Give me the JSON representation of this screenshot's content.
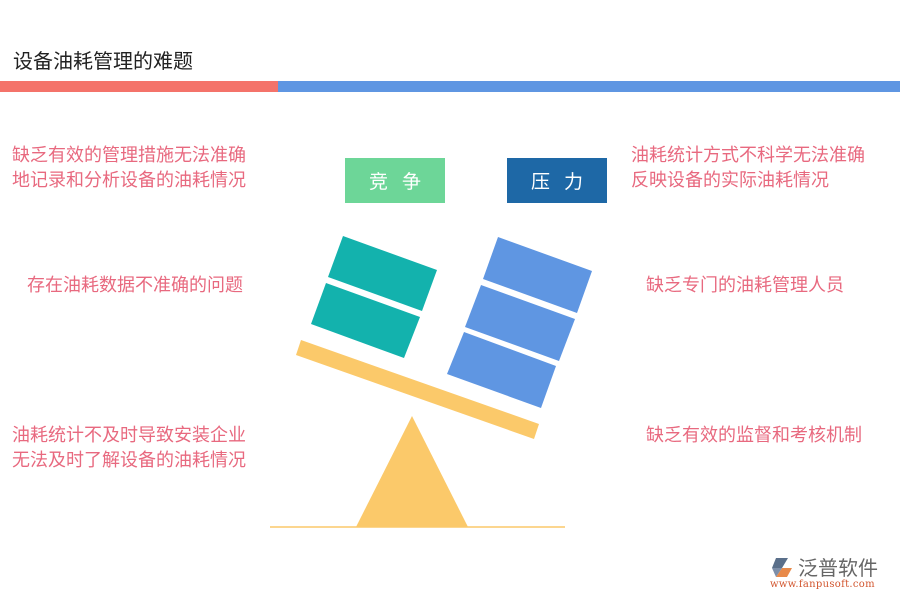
{
  "title": "设备油耗管理的难题",
  "tags": {
    "left": "竞争",
    "right": "压力"
  },
  "left_items": [
    {
      "line1": "缺乏有效的管理措施无法准确",
      "line2": "地记录和分析设备的油耗情况"
    },
    {
      "line1": "存在油耗数据不准确的问题"
    },
    {
      "line1": "油耗统计不及时导致安装企业",
      "line2": "无法及时了解设备的油耗情况"
    }
  ],
  "right_items": [
    {
      "line1": "油耗统计方式不科学无法准确",
      "line2": "反映设备的实际油耗情况"
    },
    {
      "line1": "缺乏专门的油耗管理人员"
    },
    {
      "line1": "缺乏有效的监督和考核机制"
    }
  ],
  "colors": {
    "accent_red": "#f4736a",
    "accent_blue": "#5f96e2",
    "text_pink": "#e8697f",
    "green_tag": "#6dd698",
    "blue_tag": "#1e68a6",
    "teal_block": "#13b2ad",
    "blue_block": "#5f96e2",
    "scale_yellow": "#fbc96a"
  },
  "logo": {
    "name": "泛普软件",
    "url": "www.fanpusoft.com"
  }
}
